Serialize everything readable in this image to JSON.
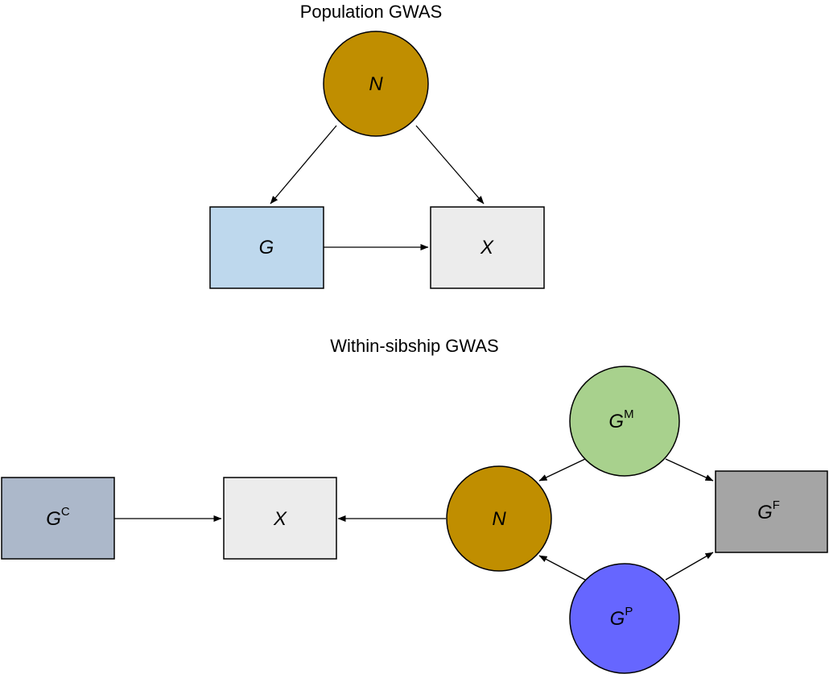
{
  "panels": {
    "population": {
      "title": "Population GWAS",
      "nodes": {
        "N": {
          "label": "N",
          "color": "#c08e00"
        },
        "G": {
          "label": "G",
          "color": "#bed8ed"
        },
        "X": {
          "label": "X",
          "color": "#ececec"
        }
      }
    },
    "within": {
      "title": "Within-sibship GWAS",
      "nodes": {
        "GC": {
          "label": "G",
          "sup": "C",
          "color": "#acb8ca"
        },
        "X": {
          "label": "X",
          "color": "#ececec"
        },
        "N": {
          "label": "N",
          "color": "#c08e00"
        },
        "GM": {
          "label": "G",
          "sup": "M",
          "color": "#a8d18d"
        },
        "GP": {
          "label": "G",
          "sup": "P",
          "color": "#6666ff"
        },
        "GF": {
          "label": "G",
          "sup": "F",
          "color": "#a5a5a5"
        }
      }
    }
  }
}
